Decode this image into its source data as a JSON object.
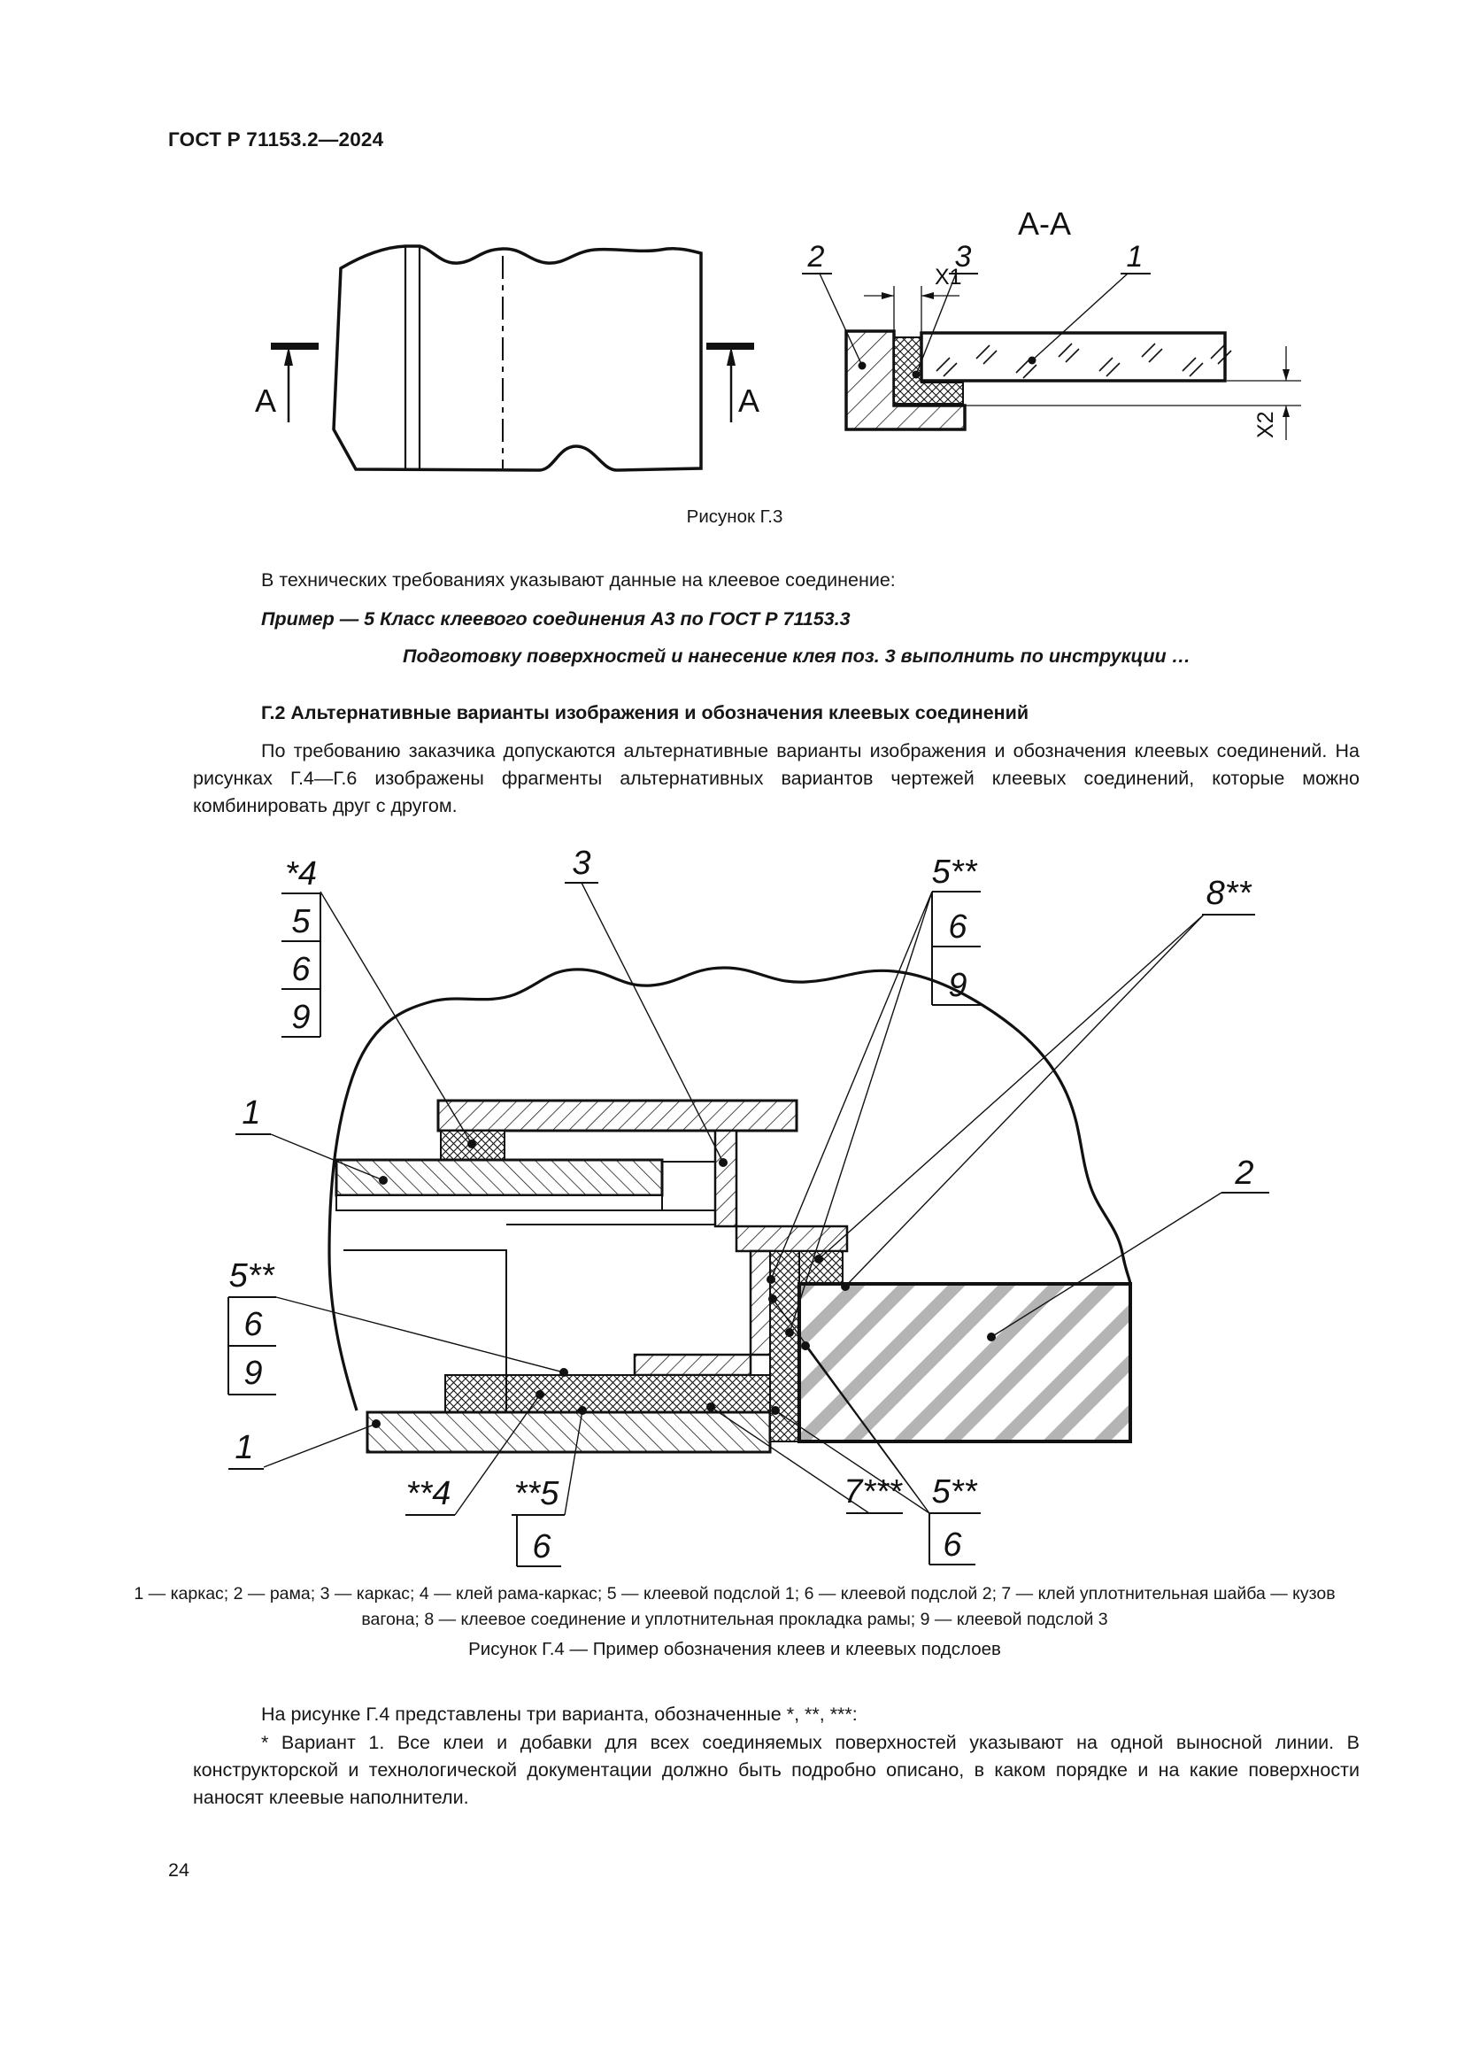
{
  "page": {
    "header": "ГОСТ Р 71153.2—2024",
    "number": "24"
  },
  "fig_g3": {
    "caption": "Рисунок Г.3",
    "labels": {
      "aa": "А-А",
      "a": "А",
      "n1": "1",
      "n2": "2",
      "n3": "3",
      "x1": "X1",
      "x2": "X2"
    }
  },
  "text": {
    "intro": "В технических требованиях указывают данные на клеевое соединение:",
    "example1": "Пример — 5 Класс клеевого соединения А3 по ГОСТ Р 71153.3",
    "example2": "Подготовку поверхностей и нанесение клея поз. 3 выполнить по инструкции …",
    "heading": "Г.2 Альтернативные варианты изображения и обозначения клеевых соединений",
    "para1": "По требованию заказчика допускаются альтернативные варианты изображения и обозначения клеевых соединений. На рисунках Г.4—Г.6 изображены фрагменты альтернативных вариантов чертежей клеевых соединений, которые можно комбинировать друг с другом.",
    "note": "На рисунке Г.4 представлены три варианта, обозначенные *, **, ***:",
    "para2": "* Вариант 1. Все клеи и добавки для всех соединяемых поверхностей указывают на одной выносной линии. В конструкторской и технологической документации должно быть подробно описано, в каком порядке и на какие поверхности наносят клеевые наполнители."
  },
  "fig_g4": {
    "caption": "Рисунок Г.4 — Пример обозначения клеев и клеевых подслоев",
    "legend": "1 — каркас; 2 — рама; 3 — каркас; 4 — клей рама-каркас; 5 — клеевой подслой 1; 6 — клеевой подслой 2; 7 — клей уплотнительная шайба — кузов вагона; 8 — клеевое соединение и уплотнительная прокладка рамы; 9 — клеевой подслой 3",
    "labels": {
      "v4": "*4",
      "n5": "5",
      "n6": "6",
      "n9": "9",
      "n3": "3",
      "n5ss": "5**",
      "n8ss": "8**",
      "n1": "1",
      "n2": "2",
      "ss4": "**4",
      "ss5": "**5",
      "n7": "7***"
    }
  }
}
